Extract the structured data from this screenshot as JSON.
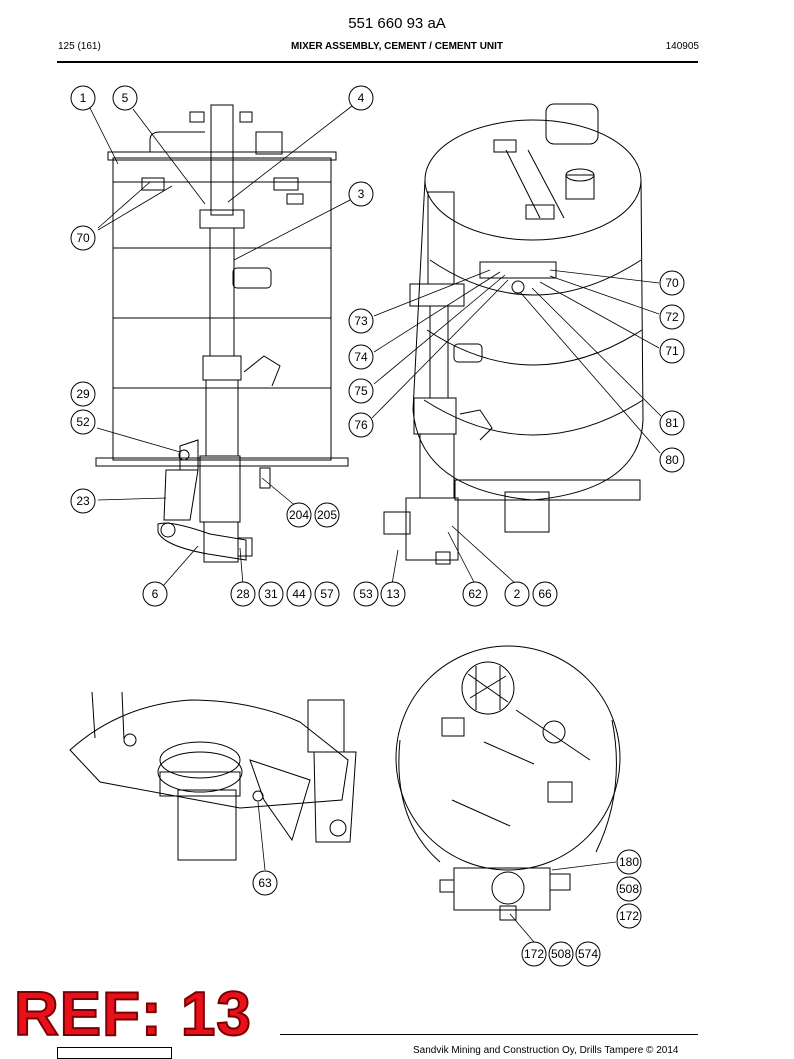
{
  "header": {
    "doc_number": "551 660 93 aA",
    "page_index": "125 (161)",
    "title": "MIXER ASSEMBLY, CEMENT / CEMENT UNIT",
    "date": "140905"
  },
  "callouts": {
    "c1": "1",
    "c5": "5",
    "c4": "4",
    "c3": "3",
    "c70a": "70",
    "c29": "29",
    "c52": "52",
    "c23": "23",
    "c204": "204",
    "c205": "205",
    "c6": "6",
    "c28": "28",
    "c31": "31",
    "c44": "44",
    "c57": "57",
    "c53": "53",
    "c13": "13",
    "c62": "62",
    "c2": "2",
    "c66": "66",
    "c73": "73",
    "c74": "74",
    "c75": "75",
    "c76": "76",
    "c70b": "70",
    "c72": "72",
    "c71": "71",
    "c81": "81",
    "c80": "80",
    "c63": "63",
    "c180": "180",
    "c508a": "508",
    "c172a": "172",
    "c172b": "172",
    "c508b": "508",
    "c574": "574"
  },
  "stamp": {
    "text": "REF: 13"
  },
  "footer": {
    "text": "Sandvik Mining and Construction Oy, Drills Tampere © 2014"
  }
}
